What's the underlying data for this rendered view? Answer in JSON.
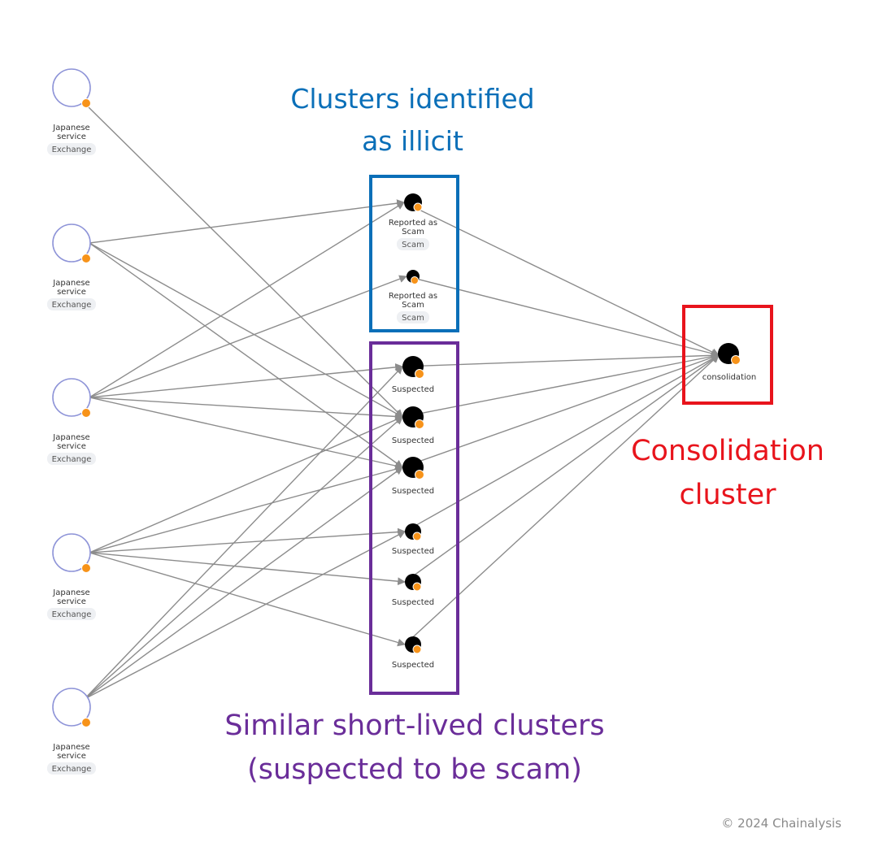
{
  "sources": [
    {
      "label_line1": "Japanese",
      "label_line2": "service",
      "tag": "Exchange"
    },
    {
      "label_line1": "Japanese",
      "label_line2": "service",
      "tag": "Exchange"
    },
    {
      "label_line1": "Japanese",
      "label_line2": "service",
      "tag": "Exchange"
    },
    {
      "label_line1": "Japanese",
      "label_line2": "service",
      "tag": "Exchange"
    },
    {
      "label_line1": "Japanese",
      "label_line2": "service",
      "tag": "Exchange"
    }
  ],
  "illicit": [
    {
      "label_line1": "Reported as",
      "label_line2": "Scam",
      "tag": "Scam"
    },
    {
      "label_line1": "Reported as",
      "label_line2": "Scam",
      "tag": "Scam"
    }
  ],
  "suspected": [
    {
      "label": "Suspected"
    },
    {
      "label": "Suspected"
    },
    {
      "label": "Suspected"
    },
    {
      "label": "Suspected"
    },
    {
      "label": "Suspected"
    },
    {
      "label": "Suspected"
    }
  ],
  "consolidation": {
    "label": "consolidation"
  },
  "callouts": {
    "illicit_line1": "Clusters identified",
    "illicit_line2": "as illicit",
    "consolidation_line1": "Consolidation",
    "consolidation_line2": "cluster",
    "suspected_line1": "Similar short-lived clusters",
    "suspected_line2": "(suspected to be scam)"
  },
  "colors": {
    "illicit_box": "#0a6fb8",
    "consolidation_box": "#e8141c",
    "suspected_box": "#6a2d99",
    "edge": "#8c8c8c",
    "source_ring": "#8e94d8",
    "bitcoin_badge": "#f7931a"
  },
  "copyright": "© 2024 Chainalysis"
}
